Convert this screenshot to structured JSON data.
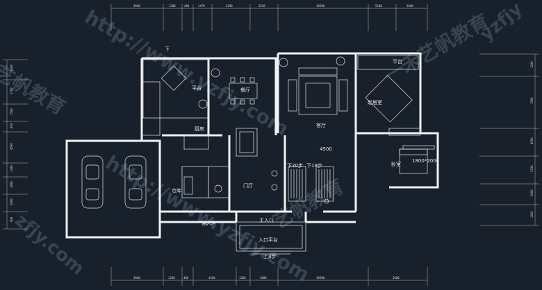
{
  "rooms": {
    "terrace_left": "平台",
    "dining": "餐厅",
    "living": "客厅",
    "terrace_right": "平台",
    "master_bedroom": "起居室",
    "kitchen": "厨房",
    "storage": "仓库",
    "foyer": "门厅",
    "worker_room": "佣人房",
    "main_entrance": "主入口",
    "entrance_terrace": "入口平台",
    "bedroom": "卧室"
  },
  "stairs": {
    "down_left": "下",
    "down_20": "下20步",
    "down_19": "下19步",
    "up_3": "上3步"
  },
  "notes": {
    "bed_size": "1800*2000",
    "hall_dim": "4500"
  },
  "top_dims": [
    "3600",
    "1200",
    "480",
    "1470",
    "4290",
    "2250",
    "10500",
    "5100",
    "3600"
  ],
  "bottom_dims": [
    "3600",
    "1200",
    "480",
    "4200",
    "1200",
    "3000",
    "10500",
    "3600"
  ],
  "left_dims": [
    "1200",
    "2700",
    "1500",
    "600",
    "4500",
    "1200",
    "1800",
    "1800",
    "900"
  ],
  "right_dims": [
    "1200",
    "1500",
    "4500",
    "2700",
    "1800",
    "1200"
  ],
  "watermarks": {
    "url_1": "http://www.yzfjy.com",
    "url_2": "http://www.yzfjy.com",
    "brand_1": "一禾艺帆教育",
    "brand_2": "艺帆教育",
    "brand_3": "艺帆教育",
    "frag_1": "yzfjy",
    "frag_2": "zfjy.com"
  }
}
